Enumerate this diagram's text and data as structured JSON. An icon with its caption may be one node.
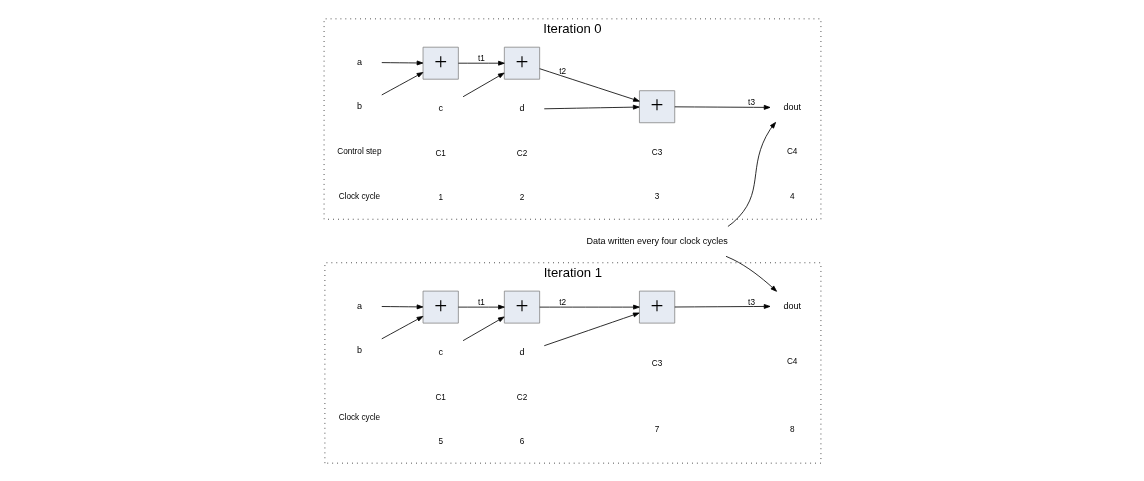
{
  "diagram": {
    "nodes": [
      {
        "text": [
          "Iteration 0"
        ]
      },
      {
        "text": [
          "a"
        ],
        "in": 0
      },
      {
        "text": [
          "b"
        ],
        "in": 0
      },
      {
        "text": [
          "+"
        ],
        "in": 0
      },
      {
        "text": [
          "c"
        ],
        "in": 0
      },
      {
        "text": [
          "+"
        ],
        "in": 0
      },
      {
        "text": [
          "d"
        ],
        "in": 0
      },
      {
        "text": [
          "+"
        ],
        "in": 0
      },
      {
        "text": [
          "dout"
        ],
        "in": 0
      },
      {
        "text": [
          "Data written every four clock cycles"
        ]
      },
      {
        "text": [
          "Iteration 1"
        ]
      },
      {
        "text": [
          "a"
        ],
        "in": 10
      },
      {
        "text": [
          "b"
        ],
        "in": 10
      },
      {
        "text": [
          "+"
        ],
        "in": 10
      },
      {
        "text": [
          "c"
        ],
        "in": 10
      },
      {
        "text": [
          "+"
        ],
        "in": 10
      },
      {
        "text": [
          "d"
        ],
        "in": 10
      },
      {
        "text": [
          "+"
        ],
        "in": 10
      },
      {
        "text": [
          "dout"
        ],
        "in": 10
      }
    ],
    "edges": [
      {
        "from": 1,
        "to": 3,
        "arrow": "to"
      },
      {
        "from": 2,
        "to": 3,
        "arrow": "to"
      },
      {
        "from": 3,
        "to": 5,
        "label": "t1",
        "arrow": "to"
      },
      {
        "from": 4,
        "to": 5,
        "arrow": "to"
      },
      {
        "from": 5,
        "to": 7,
        "label": "t2",
        "arrow": "to"
      },
      {
        "from": 6,
        "to": 7,
        "arrow": "to"
      },
      {
        "from": 7,
        "to": 8,
        "label": "t3",
        "arrow": "to"
      },
      {
        "from": 9,
        "to": 8,
        "arrow": "to"
      },
      {
        "from": 9,
        "to": 18,
        "arrow": "to"
      },
      {
        "from": 11,
        "to": 13,
        "arrow": "to"
      },
      {
        "from": 12,
        "to": 13,
        "arrow": "to"
      },
      {
        "from": 13,
        "to": 15,
        "label": "t1",
        "arrow": "to"
      },
      {
        "from": 14,
        "to": 15,
        "arrow": "to"
      },
      {
        "from": 15,
        "to": 17,
        "label": "t2",
        "arrow": "to"
      },
      {
        "from": 16,
        "to": 17,
        "arrow": "to"
      },
      {
        "from": 17,
        "to": 18,
        "label": "t3",
        "arrow": "to"
      }
    ],
    "labels": [
      "Control step",
      "C1",
      "C2",
      "C3",
      "C4",
      "Clock cycle",
      "1",
      "2",
      "3",
      "4",
      "C1",
      "C2",
      "C3",
      "C4",
      "Clock cycle",
      "5",
      "6",
      "7",
      "8"
    ]
  }
}
